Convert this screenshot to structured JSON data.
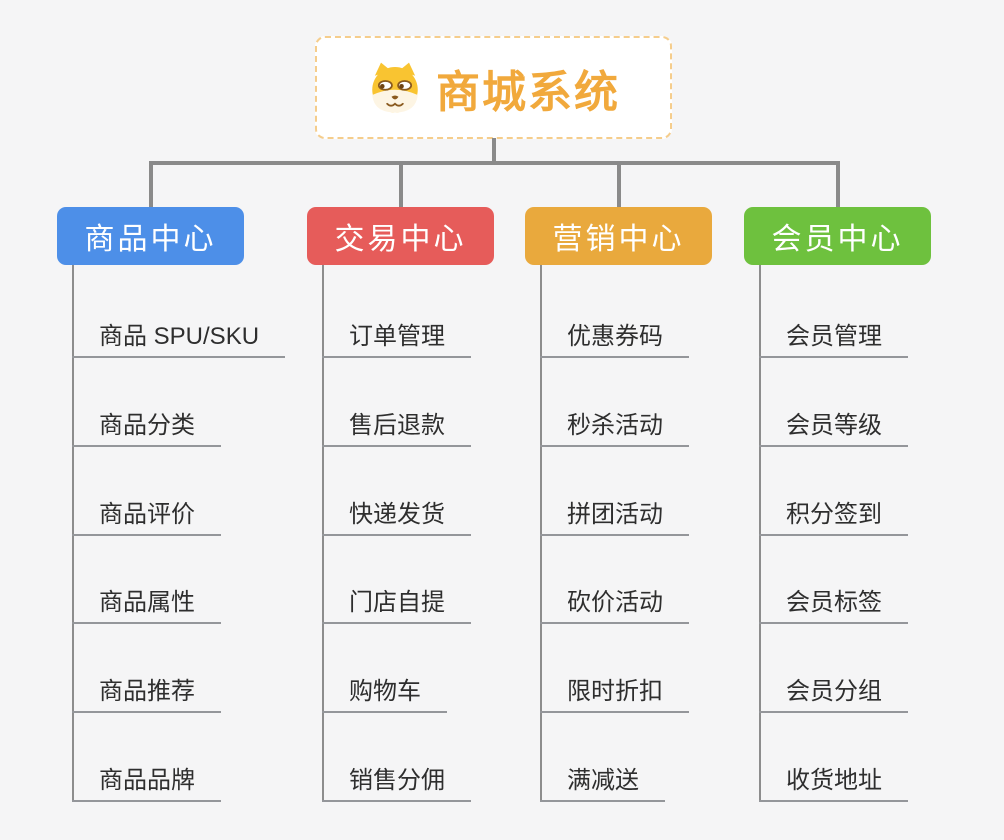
{
  "root": {
    "title": "商城系统",
    "icon": "dog-face-icon",
    "text_color": "#f1a93c",
    "border_color": "#f5cd8c",
    "background": "#ffffff"
  },
  "connector_color": "#8a8a8a",
  "underline_color": "#94969a",
  "canvas_background": "#f5f5f6",
  "branches": [
    {
      "label": "商品中心",
      "color": "#4d8fe8",
      "children": [
        "商品 SPU/SKU",
        "商品分类",
        "商品评价",
        "商品属性",
        "商品推荐",
        "商品品牌"
      ]
    },
    {
      "label": "交易中心",
      "color": "#e65c5a",
      "children": [
        "订单管理",
        "售后退款",
        "快递发货",
        "门店自提",
        "购物车",
        "销售分佣"
      ]
    },
    {
      "label": "营销中心",
      "color": "#e9a93d",
      "children": [
        "优惠券码",
        "秒杀活动",
        "拼团活动",
        "砍价活动",
        "限时折扣",
        "满减送"
      ]
    },
    {
      "label": "会员中心",
      "color": "#6ec13e",
      "children": [
        "会员管理",
        "会员等级",
        "积分签到",
        "会员标签",
        "会员分组",
        "收货地址"
      ]
    }
  ]
}
